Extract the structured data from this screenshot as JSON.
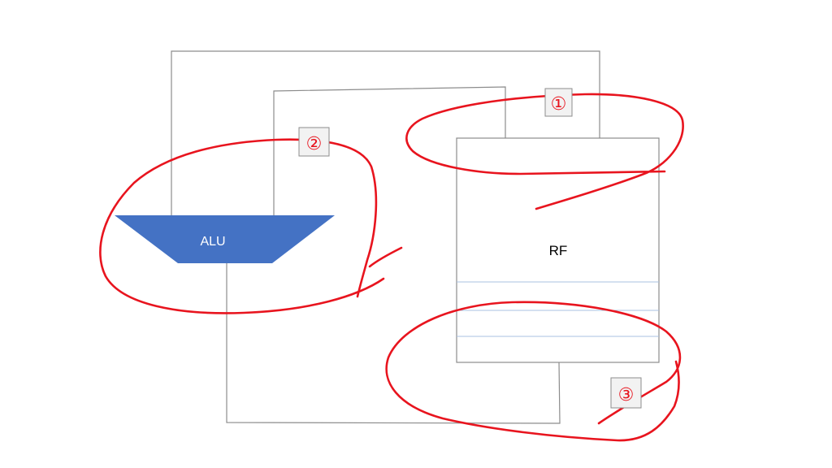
{
  "alu": {
    "label": "ALU",
    "fill_color": "#4472c4",
    "text_color": "#ffffff"
  },
  "rf": {
    "label": "RF",
    "line_color": "#a9c0e0"
  },
  "wire_color": "#8c8c8c",
  "annotation_color": "#e8141e",
  "markers": [
    {
      "id": "1",
      "label": "①"
    },
    {
      "id": "2",
      "label": "②"
    },
    {
      "id": "3",
      "label": "③"
    }
  ]
}
